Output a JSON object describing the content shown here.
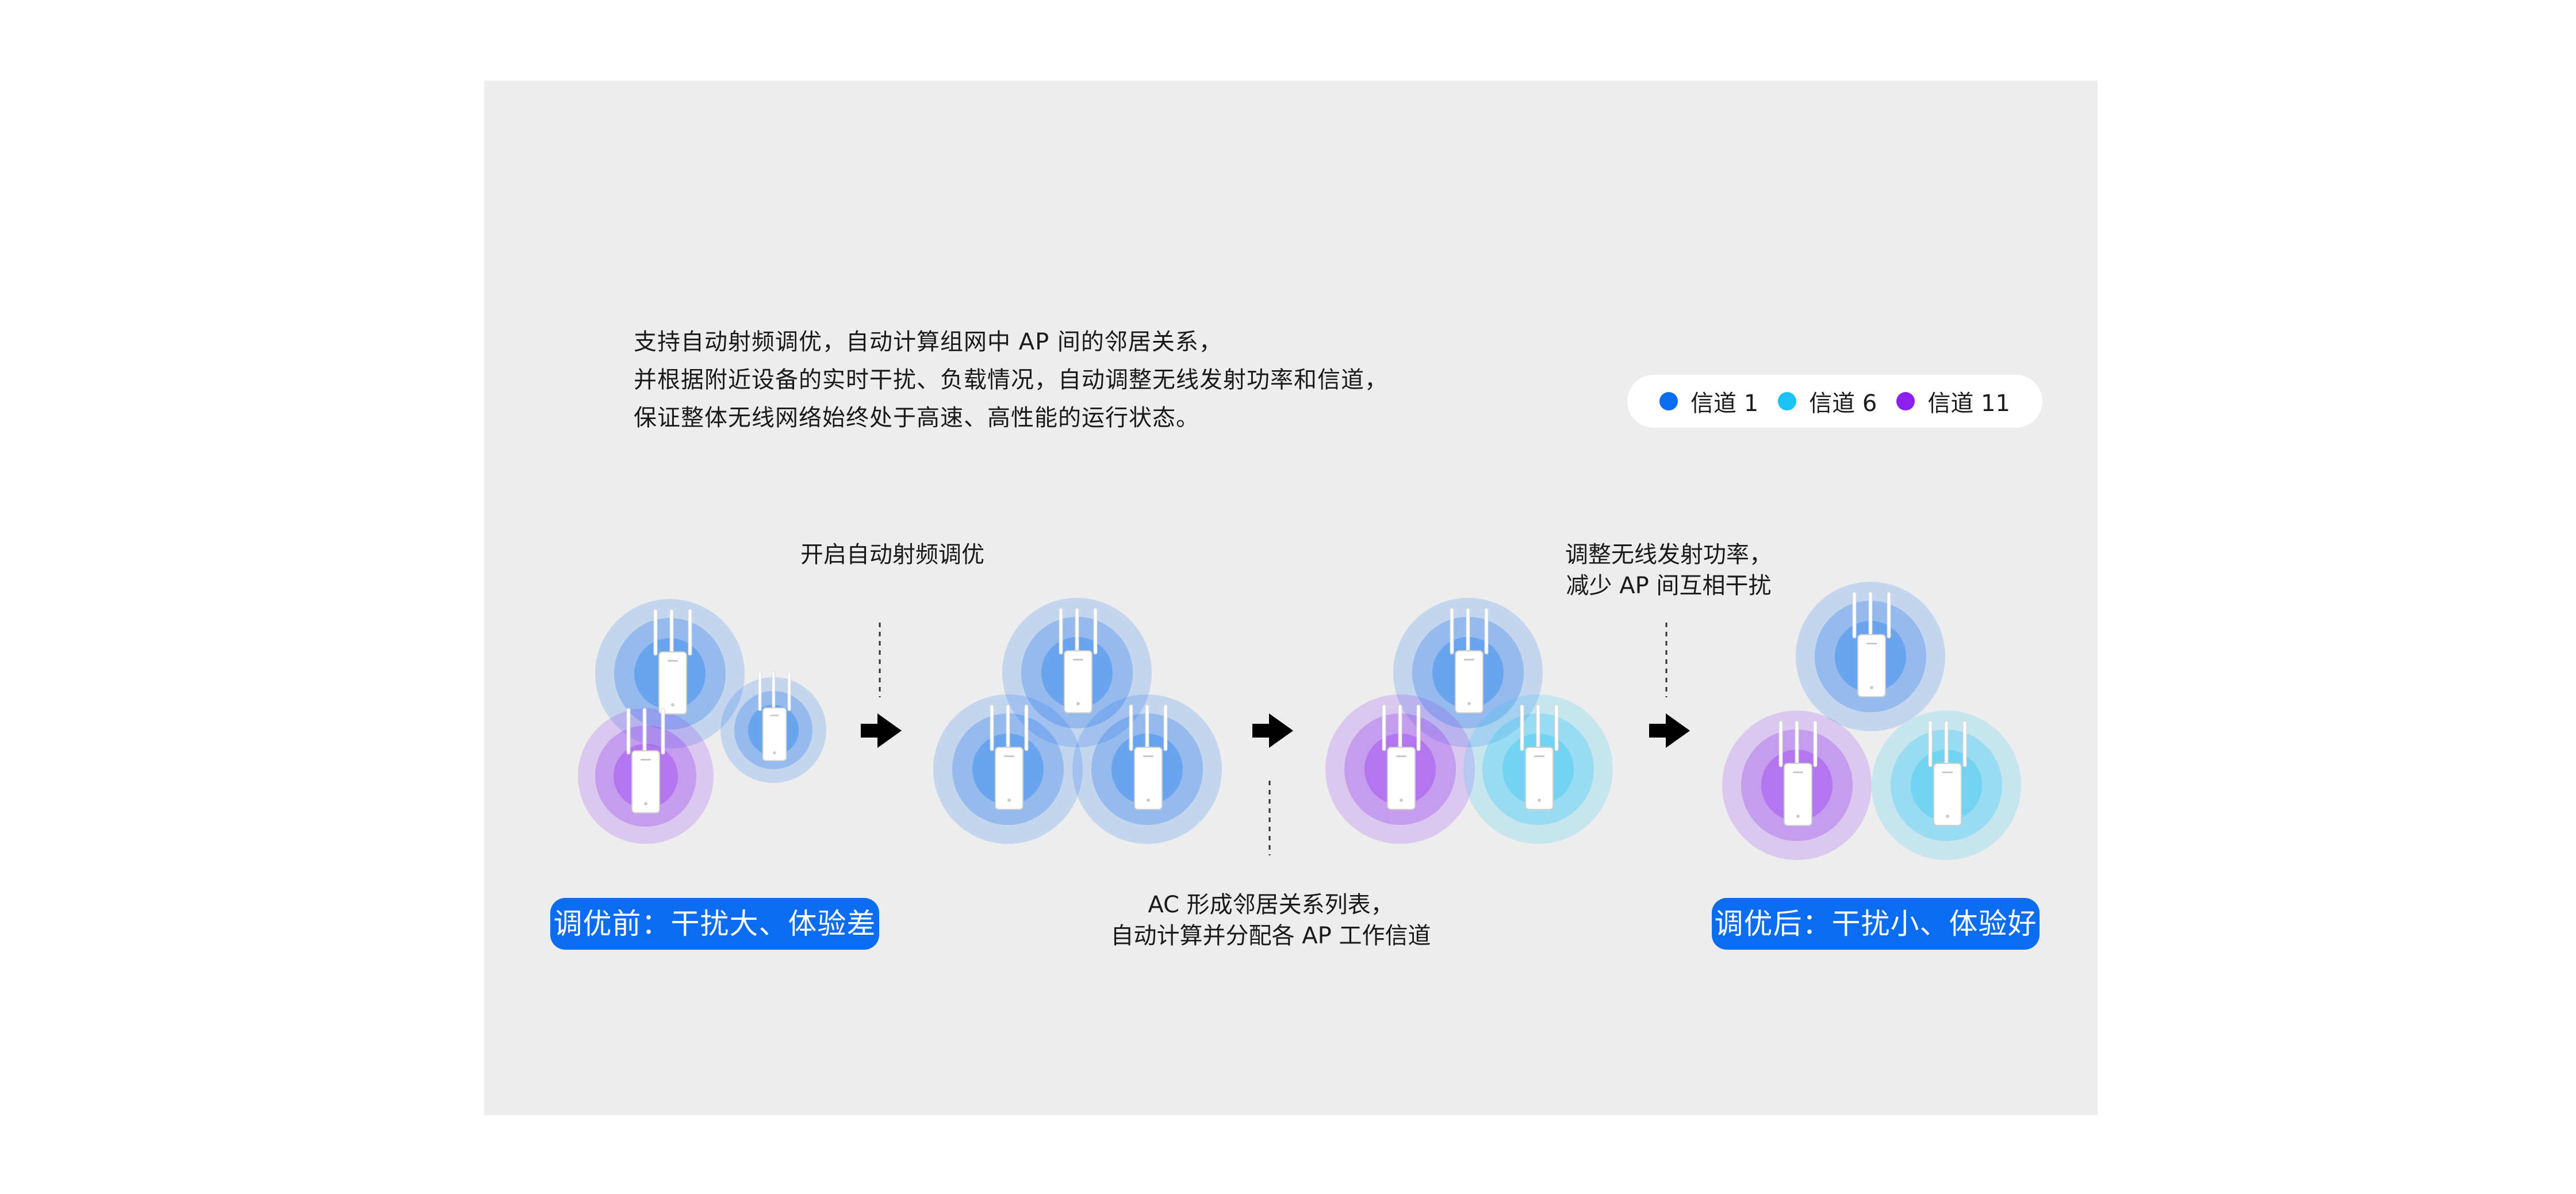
{
  "intro": {
    "lines": [
      "支持自动射频调优，自动计算组网中 AP 间的邻居关系，",
      "并根据附近设备的实时干扰、负载情况，自动调整无线发射功率和信道，",
      "保证整体无线网络始终处于高速、高性能的运行状态。"
    ]
  },
  "legend": [
    {
      "label": "信道 1",
      "color": "#0a6cf0"
    },
    {
      "label": "信道 6",
      "color": "#19c3f5"
    },
    {
      "label": "信道 11",
      "color": "#8a1ff0"
    }
  ],
  "steps": {
    "step1": "开启自动射频调优",
    "step2_line1": "AC 形成邻居关系列表，",
    "step2_line2": "自动计算并分配各 AP 工作信道",
    "step3_line1": "调整无线发射功率，",
    "step3_line2": "减少 AP 间互相干扰"
  },
  "badges": {
    "before": "调优前：干扰大、体验差",
    "after": "调优后：干扰小、体验好"
  },
  "colors": {
    "panel_bg": "#ededee",
    "badge_bg": "#0a6cf0"
  }
}
